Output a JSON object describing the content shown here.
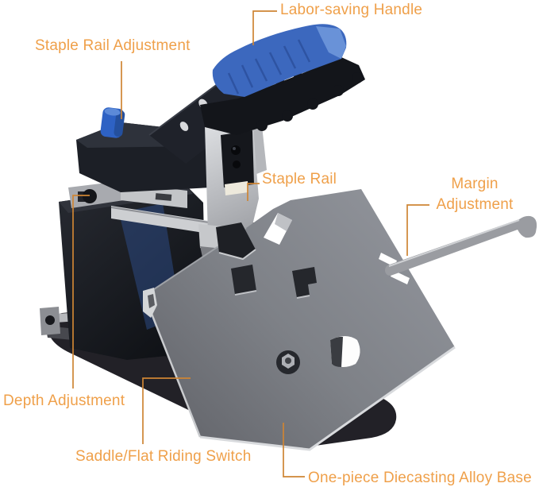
{
  "figure": {
    "description": "Annotated product diagram of a saddle/flat stitching stapler with orange callout labels"
  },
  "labels": {
    "labor_saving_handle": "Labor-saving Handle",
    "staple_rail_adjustment": "Staple Rail Adjustment",
    "staple_rail": "Staple Rail",
    "margin_adjustment": "Margin Adjustment",
    "depth_adjustment": "Depth Adjustment",
    "saddle_flat_riding_switch": "Saddle/Flat Riding Switch",
    "one_piece_base": "One-piece Diecasting Alloy Base"
  },
  "colors": {
    "background": "#FFFFFF",
    "label_text": "#EFA04A",
    "leader_line": "#CE8534",
    "handle_blue": "#3C68BE",
    "knob_blue": "#2E62C4",
    "machine_black": "#1B1E25",
    "table_gray": "#83868C",
    "base_black": "#222127",
    "silver": "#C6C8CB"
  }
}
